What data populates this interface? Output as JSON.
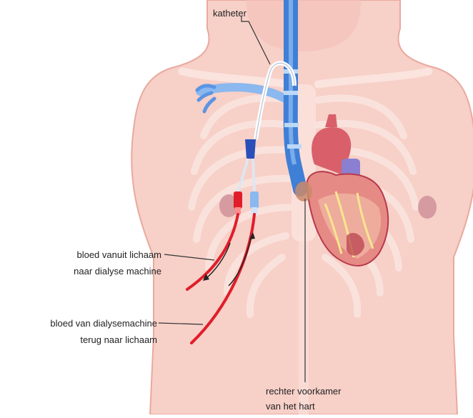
{
  "labels": {
    "catheter": "katheter",
    "blood_out_line1": "bloed vanuit lichaam",
    "blood_out_line2": "naar dialyse machine",
    "blood_in_line1": "bloed van dialysemachine",
    "blood_in_line2": "terug naar lichaam",
    "atrium_line1": "rechter voorkamer",
    "atrium_line2": "van het hart"
  },
  "colors": {
    "skin": "#f7d0c8",
    "skin_outline": "#e9a99e",
    "bone": "#fbe3de",
    "catheter_blue": "#3f7fd6",
    "catheter_light": "#8ab8ef",
    "blood_red": "#e11d2a",
    "heart": "#d9606a",
    "heart_dark": "#b73a4c",
    "vessel_purple": "#8a7fd0",
    "leader_line": "#333333"
  }
}
